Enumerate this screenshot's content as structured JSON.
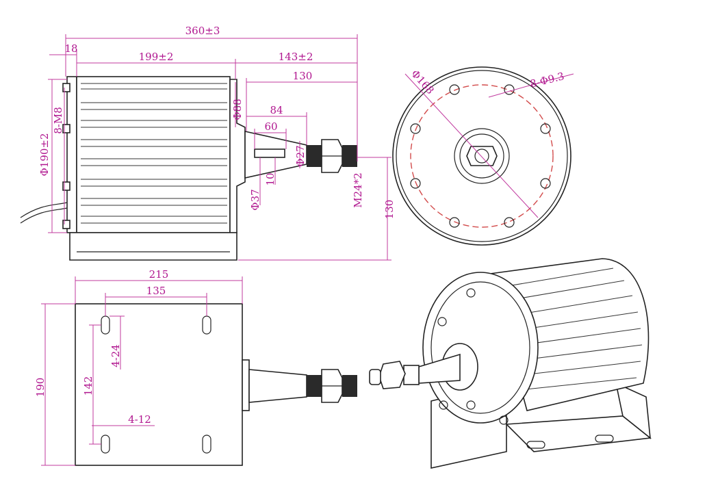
{
  "colors": {
    "dimension": "#c0389e",
    "outline": "#222222",
    "bolt_circle": "#d24a4a"
  },
  "side_view": {
    "overall_length": "360±3",
    "flange": "18",
    "body_length": "199±2",
    "shaft_length": "143±2",
    "shaft_reach": "130",
    "shaft_taper": "84",
    "keyway_length": "60",
    "hub_diameter": "Φ88",
    "shaft_diameter": "Φ27",
    "base_shaft_diameter": "Φ37",
    "key_width": "10",
    "thread": "M24*2",
    "height": "130",
    "body_diameter": "Φ190±2",
    "bolts": "8-M8"
  },
  "front_view": {
    "outer_diameter": "Φ168",
    "holes": "8-Φ9.3"
  },
  "base_view": {
    "width": "215",
    "slot_pitch": "135",
    "depth": "190",
    "slot_spacing": "142",
    "slot_length": "4-24",
    "slot_width": "4-12"
  }
}
